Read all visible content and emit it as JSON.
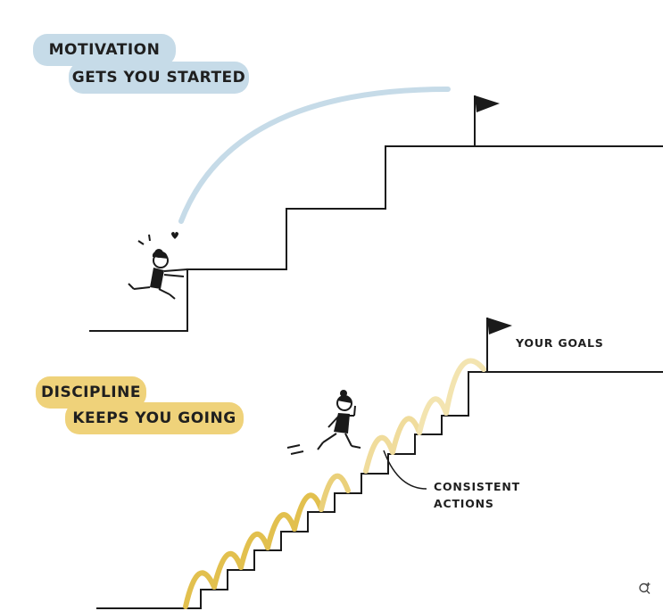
{
  "top": {
    "line1": "MOTIVATION",
    "line2": "GETS YOU STARTED",
    "pill_color": "#c6dbe8"
  },
  "bottom": {
    "line1": "DISCIPLINE",
    "line2": "KEEPS YOU GOING",
    "pill_color": "#efd27a",
    "goal_label": "YOUR GOALS",
    "actions_label_1": "CONSISTENT",
    "actions_label_2": "ACTIONS"
  },
  "icons": {
    "flag": "flag-icon",
    "heart": "heart-icon",
    "zoom": "zoom-icon"
  }
}
